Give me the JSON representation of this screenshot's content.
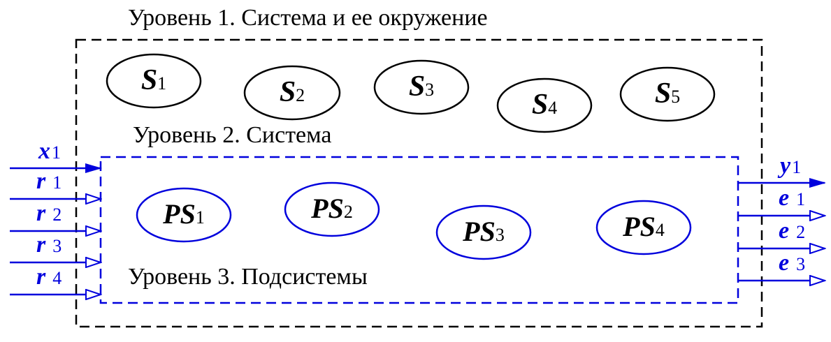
{
  "level1": {
    "title": "Уровень 1. Система и ее окружение"
  },
  "level2": {
    "title": "Уровень 2. Система"
  },
  "level3": {
    "title": "Уровень 3. Подсистемы"
  },
  "environment_nodes": [
    {
      "symbol": "S",
      "index": "1"
    },
    {
      "symbol": "S",
      "index": "2"
    },
    {
      "symbol": "S",
      "index": "3"
    },
    {
      "symbol": "S",
      "index": "4"
    },
    {
      "symbol": "S",
      "index": "5"
    }
  ],
  "subsystem_nodes": [
    {
      "symbol": "PS",
      "index": "1"
    },
    {
      "symbol": "PS",
      "index": "2"
    },
    {
      "symbol": "PS",
      "index": "3"
    },
    {
      "symbol": "PS",
      "index": "4"
    }
  ],
  "inputs": [
    {
      "symbol": "x",
      "index": "1"
    },
    {
      "symbol": "r",
      "index": "1"
    },
    {
      "symbol": "r",
      "index": "2"
    },
    {
      "symbol": "r",
      "index": "3"
    },
    {
      "symbol": "r",
      "index": "4"
    }
  ],
  "outputs": [
    {
      "symbol": "y",
      "index": "1"
    },
    {
      "symbol": "e",
      "index": "1"
    },
    {
      "symbol": "e",
      "index": "2"
    },
    {
      "symbol": "e",
      "index": "3"
    }
  ],
  "colors": {
    "environment": "#000000",
    "system": "#0000dd"
  }
}
